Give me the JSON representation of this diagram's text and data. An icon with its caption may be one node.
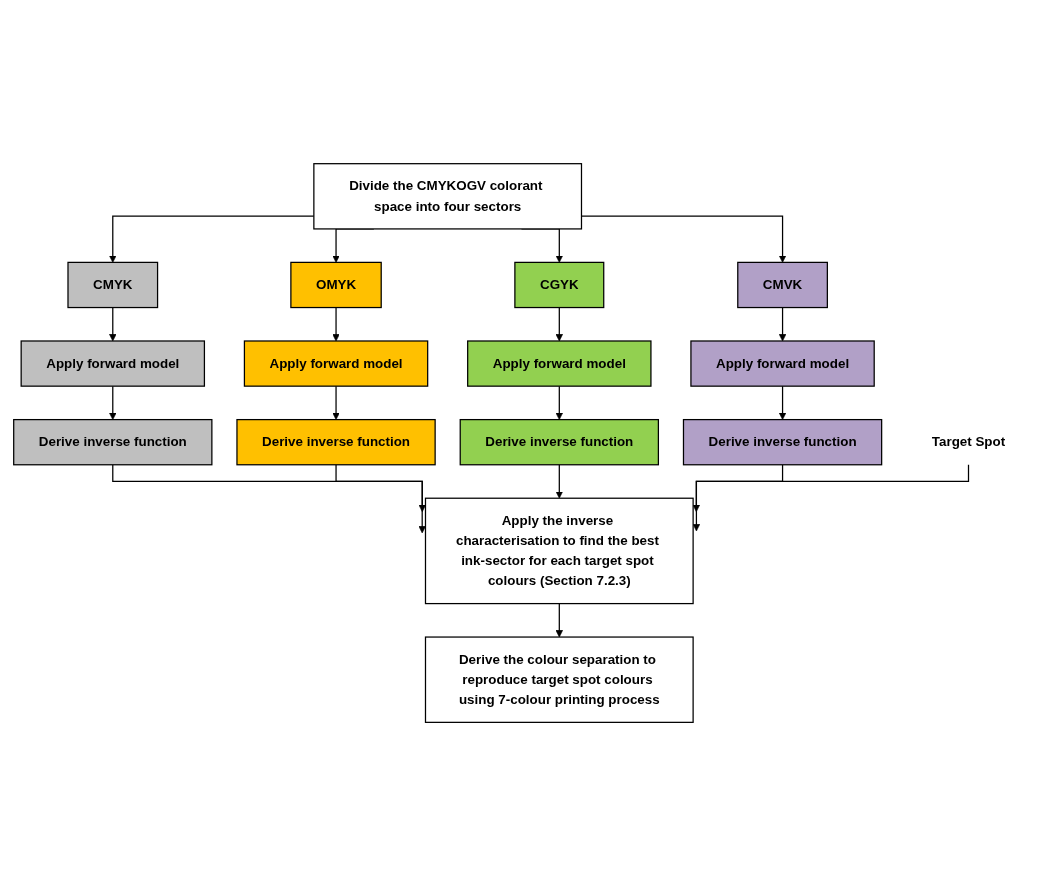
{
  "diagram": {
    "nodes": [
      {
        "text": [
          "Divide the CMYKOGV colorant space into four sectors"
        ]
      },
      {
        "text": [
          "CMYK"
        ]
      },
      {
        "text": [
          "OMYK"
        ]
      },
      {
        "text": [
          "CGYK"
        ]
      },
      {
        "text": [
          "CMVK"
        ]
      },
      {
        "text": [
          "Apply forward model"
        ]
      },
      {
        "text": [
          "Apply forward model"
        ]
      },
      {
        "text": [
          "Apply forward model"
        ]
      },
      {
        "text": [
          "Apply forward model"
        ]
      },
      {
        "text": [
          "Derive inverse function"
        ]
      },
      {
        "text": [
          "Derive inverse function"
        ]
      },
      {
        "text": [
          "Derive inverse function"
        ]
      },
      {
        "text": [
          "Derive inverse function"
        ]
      },
      {
        "text": [
          "Target Spot"
        ]
      },
      {
        "text": [
          "Apply the inverse characterisation to find the best ink-sector for each target spot colours (Section 7.2.3)"
        ]
      },
      {
        "text": [
          "Derive the colour separation to reproduce target spot colours using 7-colour printing process"
        ]
      }
    ],
    "edges": [
      {
        "from": 0,
        "to": 1,
        "arrow": "to"
      },
      {
        "from": 0,
        "to": 2,
        "arrow": "to"
      },
      {
        "from": 0,
        "to": 3,
        "arrow": "to"
      },
      {
        "from": 0,
        "to": 4,
        "arrow": "to"
      },
      {
        "from": 1,
        "to": 5,
        "arrow": "to"
      },
      {
        "from": 2,
        "to": 6,
        "arrow": "to"
      },
      {
        "from": 3,
        "to": 7,
        "arrow": "to"
      },
      {
        "from": 4,
        "to": 8,
        "arrow": "to"
      },
      {
        "from": 5,
        "to": 9,
        "arrow": "to"
      },
      {
        "from": 6,
        "to": 10,
        "arrow": "to"
      },
      {
        "from": 7,
        "to": 11,
        "arrow": "to"
      },
      {
        "from": 8,
        "to": 12,
        "arrow": "to"
      },
      {
        "from": 9,
        "to": 14,
        "arrow": "to"
      },
      {
        "from": 10,
        "to": 14,
        "arrow": "to"
      },
      {
        "from": 11,
        "to": 14,
        "arrow": "to"
      },
      {
        "from": 12,
        "to": 14,
        "arrow": "to"
      },
      {
        "from": 13,
        "to": 14,
        "arrow": "to"
      },
      {
        "from": 14,
        "to": 15,
        "arrow": "to"
      }
    ]
  }
}
